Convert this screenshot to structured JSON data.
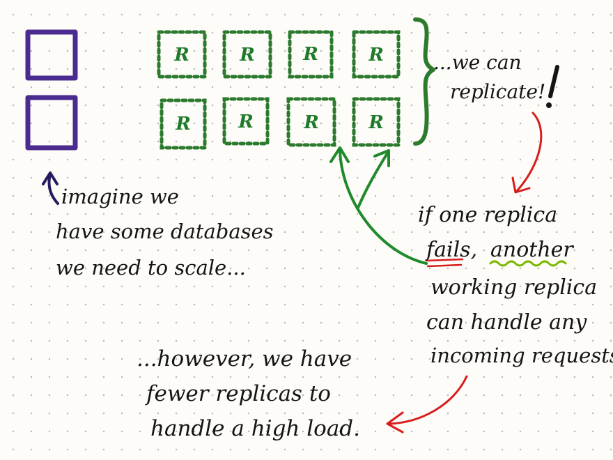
{
  "colors": {
    "database": "#4b2b8f",
    "replica": "#2c7a2e",
    "red_arrow": "#d81c1c",
    "green_arrow": "#1f8a2c",
    "ink": "#141414"
  },
  "replica_letter": "R",
  "replicate_note": {
    "line1": "...we can",
    "line2": "replicate!"
  },
  "databases_note": {
    "line1": "imagine we",
    "line2": "have some databases",
    "line3": "we need to scale..."
  },
  "failure_note": {
    "line1": "if one replica",
    "word_fails": "fails,",
    "word_another": "another",
    "line3": "working replica",
    "line4": "can handle any",
    "line5": "incoming requests"
  },
  "load_note": {
    "line1": "...however, we have",
    "line2": "fewer replicas to",
    "line3": "handle a high load."
  }
}
